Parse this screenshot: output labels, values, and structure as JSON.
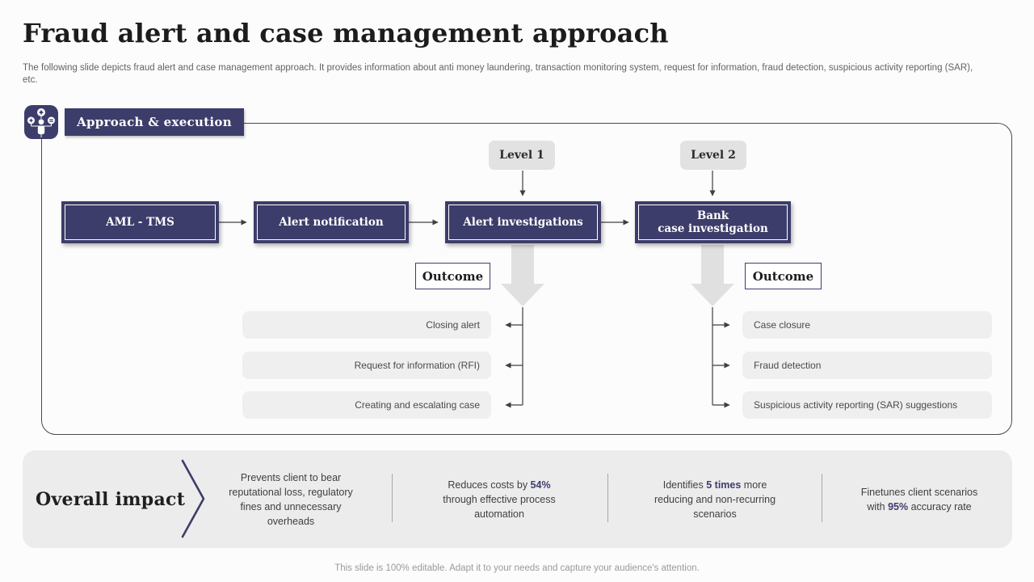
{
  "title": "Fraud alert and case management approach",
  "subtitle": "The following slide depicts fraud alert and case management approach. It provides information about anti money laundering, transaction monitoring system, request for information, fraud detection, suspicious activity reporting (SAR),  etc.",
  "header": {
    "label": "Approach & execution",
    "icon": "people-options-icon"
  },
  "flow": {
    "levels": [
      "Level 1",
      "Level 2"
    ],
    "stages": [
      "AML - TMS",
      "Alert notification",
      "Alert investigations",
      "Bank\ncase investigation"
    ],
    "outcome_label": "Outcome",
    "left_outcomes": [
      "Closing alert",
      "Request for information (RFI)",
      "Creating and escalating case"
    ],
    "right_outcomes": [
      "Case closure",
      "Fraud detection",
      "Suspicious activity reporting (SAR) suggestions"
    ]
  },
  "impact": {
    "label": "Overall impact",
    "chevron_icon": "chevron-right-icon",
    "items": [
      {
        "pre": "Prevents client to bear reputational loss, regulatory fines and unnecessary overheads",
        "highlight": "",
        "post": ""
      },
      {
        "pre": "Reduces costs by ",
        "highlight": "54%",
        "post": " through effective process automation"
      },
      {
        "pre": "Identifies ",
        "highlight": "5 times",
        "post": " more reducing and non-recurring scenarios"
      },
      {
        "pre": "Finetunes client scenarios with ",
        "highlight": "95%",
        "post": " accuracy rate"
      }
    ]
  },
  "footer": {
    "note": "This slide is 100% editable. Adapt it to your needs and capture your audience's attention."
  },
  "colors": {
    "primary": "#3d3d6b",
    "band_gray": "#ececec",
    "tag_gray": "#e2e2e2",
    "list_gray": "#efefef",
    "arrow_gray": "#e0e0e0",
    "connector": "#3f3f3f"
  }
}
